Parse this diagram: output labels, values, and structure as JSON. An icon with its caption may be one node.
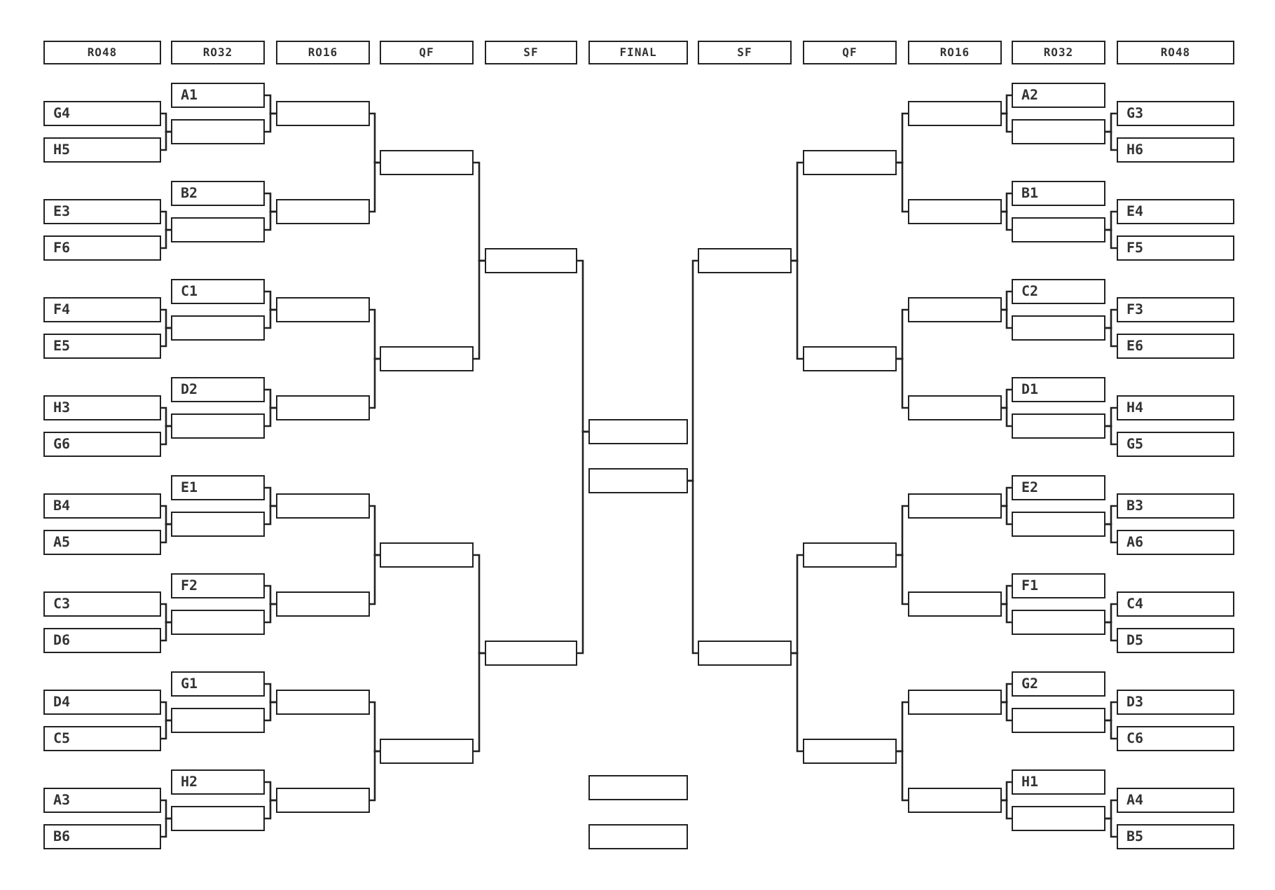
{
  "diagram": {
    "nodes": [
      {
        "text": [
          "RO48"
        ]
      },
      {
        "text": [
          "RO32"
        ]
      },
      {
        "text": [
          "RO16"
        ]
      },
      {
        "text": [
          "QF"
        ]
      },
      {
        "text": [
          "SF"
        ]
      },
      {
        "text": [
          "FINAL"
        ]
      },
      {
        "text": [
          "SF"
        ]
      },
      {
        "text": [
          "QF"
        ]
      },
      {
        "text": [
          "RO16"
        ]
      },
      {
        "text": [
          "RO32"
        ]
      },
      {
        "text": [
          "RO48"
        ]
      },
      {
        "text": [
          "G4"
        ]
      },
      {
        "text": [
          "H5"
        ]
      },
      {
        "text": [
          "E3"
        ]
      },
      {
        "text": [
          "F6"
        ]
      },
      {
        "text": [
          "F4"
        ]
      },
      {
        "text": [
          "E5"
        ]
      },
      {
        "text": [
          "H3"
        ]
      },
      {
        "text": [
          "G6"
        ]
      },
      {
        "text": [
          "B4"
        ]
      },
      {
        "text": [
          "A5"
        ]
      },
      {
        "text": [
          "C3"
        ]
      },
      {
        "text": [
          "D6"
        ]
      },
      {
        "text": [
          "D4"
        ]
      },
      {
        "text": [
          "C5"
        ]
      },
      {
        "text": [
          "A3"
        ]
      },
      {
        "text": [
          "B6"
        ]
      },
      {
        "text": [
          "A1"
        ]
      },
      {
        "text": [],
        "shape": "box"
      },
      {
        "text": [
          "B2"
        ]
      },
      {
        "text": [],
        "shape": "box"
      },
      {
        "text": [
          "C1"
        ]
      },
      {
        "text": [],
        "shape": "box"
      },
      {
        "text": [
          "D2"
        ]
      },
      {
        "text": [],
        "shape": "box"
      },
      {
        "text": [
          "E1"
        ]
      },
      {
        "text": [],
        "shape": "box"
      },
      {
        "text": [
          "F2"
        ]
      },
      {
        "text": [],
        "shape": "box"
      },
      {
        "text": [
          "G1"
        ]
      },
      {
        "text": [],
        "shape": "box"
      },
      {
        "text": [
          "H2"
        ]
      },
      {
        "text": [],
        "shape": "box"
      },
      {
        "text": [],
        "shape": "box"
      },
      {
        "text": [],
        "shape": "box"
      },
      {
        "text": [],
        "shape": "box"
      },
      {
        "text": [],
        "shape": "box"
      },
      {
        "text": [],
        "shape": "box"
      },
      {
        "text": [],
        "shape": "box"
      },
      {
        "text": [],
        "shape": "box"
      },
      {
        "text": [],
        "shape": "box"
      },
      {
        "text": [],
        "shape": "box"
      },
      {
        "text": [],
        "shape": "box"
      },
      {
        "text": [],
        "shape": "box"
      },
      {
        "text": [],
        "shape": "box"
      },
      {
        "text": [],
        "shape": "box"
      },
      {
        "text": [],
        "shape": "box"
      },
      {
        "text": [],
        "shape": "box"
      },
      {
        "text": [],
        "shape": "box"
      },
      {
        "text": [],
        "shape": "box"
      },
      {
        "text": [],
        "shape": "box"
      },
      {
        "text": [],
        "shape": "box"
      },
      {
        "text": [],
        "shape": "box"
      },
      {
        "text": [],
        "shape": "box"
      },
      {
        "text": [],
        "shape": "box"
      },
      {
        "text": [],
        "shape": "box"
      },
      {
        "text": [],
        "shape": "box"
      },
      {
        "text": [],
        "shape": "box"
      },
      {
        "text": [],
        "shape": "box"
      },
      {
        "text": [],
        "shape": "box"
      },
      {
        "text": [],
        "shape": "box"
      },
      {
        "text": [],
        "shape": "box"
      },
      {
        "text": [],
        "shape": "box"
      },
      {
        "text": [],
        "shape": "box"
      },
      {
        "text": [],
        "shape": "box"
      },
      {
        "text": [
          "A2"
        ]
      },
      {
        "text": [],
        "shape": "box"
      },
      {
        "text": [
          "B1"
        ]
      },
      {
        "text": [],
        "shape": "box"
      },
      {
        "text": [
          "C2"
        ]
      },
      {
        "text": [],
        "shape": "box"
      },
      {
        "text": [
          "D1"
        ]
      },
      {
        "text": [],
        "shape": "box"
      },
      {
        "text": [
          "E2"
        ]
      },
      {
        "text": [],
        "shape": "box"
      },
      {
        "text": [
          "F1"
        ]
      },
      {
        "text": [],
        "shape": "box"
      },
      {
        "text": [
          "G2"
        ]
      },
      {
        "text": [],
        "shape": "box"
      },
      {
        "text": [
          "H1"
        ]
      },
      {
        "text": [],
        "shape": "box"
      },
      {
        "text": [
          "G3"
        ]
      },
      {
        "text": [
          "H6"
        ]
      },
      {
        "text": [
          "E4"
        ]
      },
      {
        "text": [
          "F5"
        ]
      },
      {
        "text": [
          "F3"
        ]
      },
      {
        "text": [
          "E6"
        ]
      },
      {
        "text": [
          "H4"
        ]
      },
      {
        "text": [
          "G5"
        ]
      },
      {
        "text": [
          "B3"
        ]
      },
      {
        "text": [
          "A6"
        ]
      },
      {
        "text": [
          "C4"
        ]
      },
      {
        "text": [
          "D5"
        ]
      },
      {
        "text": [
          "D3"
        ]
      },
      {
        "text": [
          "C6"
        ]
      },
      {
        "text": [
          "A4"
        ]
      },
      {
        "text": [
          "B5"
        ]
      }
    ],
    "edges": [
      {
        "from": 11,
        "to": 28,
        "arrow": "none"
      },
      {
        "from": 12,
        "to": 28,
        "arrow": "none"
      },
      {
        "from": 13,
        "to": 30,
        "arrow": "none"
      },
      {
        "from": 14,
        "to": 30,
        "arrow": "none"
      },
      {
        "from": 15,
        "to": 32,
        "arrow": "none"
      },
      {
        "from": 16,
        "to": 32,
        "arrow": "none"
      },
      {
        "from": 17,
        "to": 34,
        "arrow": "none"
      },
      {
        "from": 18,
        "to": 34,
        "arrow": "none"
      },
      {
        "from": 19,
        "to": 36,
        "arrow": "none"
      },
      {
        "from": 20,
        "to": 36,
        "arrow": "none"
      },
      {
        "from": 21,
        "to": 38,
        "arrow": "none"
      },
      {
        "from": 22,
        "to": 38,
        "arrow": "none"
      },
      {
        "from": 23,
        "to": 40,
        "arrow": "none"
      },
      {
        "from": 24,
        "to": 40,
        "arrow": "none"
      },
      {
        "from": 25,
        "to": 42,
        "arrow": "none"
      },
      {
        "from": 26,
        "to": 42,
        "arrow": "none"
      },
      {
        "from": 27,
        "to": 43,
        "arrow": "none"
      },
      {
        "from": 28,
        "to": 43,
        "arrow": "none"
      },
      {
        "from": 29,
        "to": 44,
        "arrow": "none"
      },
      {
        "from": 30,
        "to": 44,
        "arrow": "none"
      },
      {
        "from": 31,
        "to": 45,
        "arrow": "none"
      },
      {
        "from": 32,
        "to": 45,
        "arrow": "none"
      },
      {
        "from": 33,
        "to": 46,
        "arrow": "none"
      },
      {
        "from": 34,
        "to": 46,
        "arrow": "none"
      },
      {
        "from": 35,
        "to": 47,
        "arrow": "none"
      },
      {
        "from": 36,
        "to": 47,
        "arrow": "none"
      },
      {
        "from": 37,
        "to": 48,
        "arrow": "none"
      },
      {
        "from": 38,
        "to": 48,
        "arrow": "none"
      },
      {
        "from": 39,
        "to": 49,
        "arrow": "none"
      },
      {
        "from": 40,
        "to": 49,
        "arrow": "none"
      },
      {
        "from": 41,
        "to": 50,
        "arrow": "none"
      },
      {
        "from": 42,
        "to": 50,
        "arrow": "none"
      },
      {
        "from": 43,
        "to": 51,
        "arrow": "none"
      },
      {
        "from": 44,
        "to": 51,
        "arrow": "none"
      },
      {
        "from": 45,
        "to": 52,
        "arrow": "none"
      },
      {
        "from": 46,
        "to": 52,
        "arrow": "none"
      },
      {
        "from": 47,
        "to": 53,
        "arrow": "none"
      },
      {
        "from": 48,
        "to": 53,
        "arrow": "none"
      },
      {
        "from": 49,
        "to": 54,
        "arrow": "none"
      },
      {
        "from": 50,
        "to": 54,
        "arrow": "none"
      },
      {
        "from": 51,
        "to": 55,
        "arrow": "none"
      },
      {
        "from": 52,
        "to": 55,
        "arrow": "none"
      },
      {
        "from": 53,
        "to": 56,
        "arrow": "none"
      },
      {
        "from": 54,
        "to": 56,
        "arrow": "none"
      },
      {
        "from": 55,
        "to": 57,
        "arrow": "none"
      },
      {
        "from": 56,
        "to": 57,
        "arrow": "none"
      },
      {
        "from": 61,
        "to": 58,
        "arrow": "none"
      },
      {
        "from": 62,
        "to": 58,
        "arrow": "none"
      },
      {
        "from": 63,
        "to": 61,
        "arrow": "none"
      },
      {
        "from": 64,
        "to": 61,
        "arrow": "none"
      },
      {
        "from": 65,
        "to": 62,
        "arrow": "none"
      },
      {
        "from": 66,
        "to": 62,
        "arrow": "none"
      },
      {
        "from": 67,
        "to": 63,
        "arrow": "none"
      },
      {
        "from": 68,
        "to": 63,
        "arrow": "none"
      },
      {
        "from": 69,
        "to": 64,
        "arrow": "none"
      },
      {
        "from": 70,
        "to": 64,
        "arrow": "none"
      },
      {
        "from": 71,
        "to": 65,
        "arrow": "none"
      },
      {
        "from": 72,
        "to": 65,
        "arrow": "none"
      },
      {
        "from": 73,
        "to": 66,
        "arrow": "none"
      },
      {
        "from": 74,
        "to": 66,
        "arrow": "none"
      },
      {
        "from": 75,
        "to": 67,
        "arrow": "none"
      },
      {
        "from": 76,
        "to": 67,
        "arrow": "none"
      },
      {
        "from": 77,
        "to": 68,
        "arrow": "none"
      },
      {
        "from": 78,
        "to": 68,
        "arrow": "none"
      },
      {
        "from": 79,
        "to": 69,
        "arrow": "none"
      },
      {
        "from": 80,
        "to": 69,
        "arrow": "none"
      },
      {
        "from": 81,
        "to": 70,
        "arrow": "none"
      },
      {
        "from": 82,
        "to": 70,
        "arrow": "none"
      },
      {
        "from": 83,
        "to": 71,
        "arrow": "none"
      },
      {
        "from": 84,
        "to": 71,
        "arrow": "none"
      },
      {
        "from": 85,
        "to": 72,
        "arrow": "none"
      },
      {
        "from": 86,
        "to": 72,
        "arrow": "none"
      },
      {
        "from": 87,
        "to": 73,
        "arrow": "none"
      },
      {
        "from": 88,
        "to": 73,
        "arrow": "none"
      },
      {
        "from": 89,
        "to": 74,
        "arrow": "none"
      },
      {
        "from": 90,
        "to": 74,
        "arrow": "none"
      },
      {
        "from": 91,
        "to": 76,
        "arrow": "none"
      },
      {
        "from": 92,
        "to": 76,
        "arrow": "none"
      },
      {
        "from": 93,
        "to": 78,
        "arrow": "none"
      },
      {
        "from": 94,
        "to": 78,
        "arrow": "none"
      },
      {
        "from": 95,
        "to": 80,
        "arrow": "none"
      },
      {
        "from": 96,
        "to": 80,
        "arrow": "none"
      },
      {
        "from": 97,
        "to": 82,
        "arrow": "none"
      },
      {
        "from": 98,
        "to": 82,
        "arrow": "none"
      },
      {
        "from": 99,
        "to": 84,
        "arrow": "none"
      },
      {
        "from": 100,
        "to": 84,
        "arrow": "none"
      },
      {
        "from": 101,
        "to": 86,
        "arrow": "none"
      },
      {
        "from": 102,
        "to": 86,
        "arrow": "none"
      },
      {
        "from": 103,
        "to": 88,
        "arrow": "none"
      },
      {
        "from": 104,
        "to": 88,
        "arrow": "none"
      },
      {
        "from": 105,
        "to": 90,
        "arrow": "none"
      },
      {
        "from": 106,
        "to": 90,
        "arrow": "none"
      }
    ]
  }
}
